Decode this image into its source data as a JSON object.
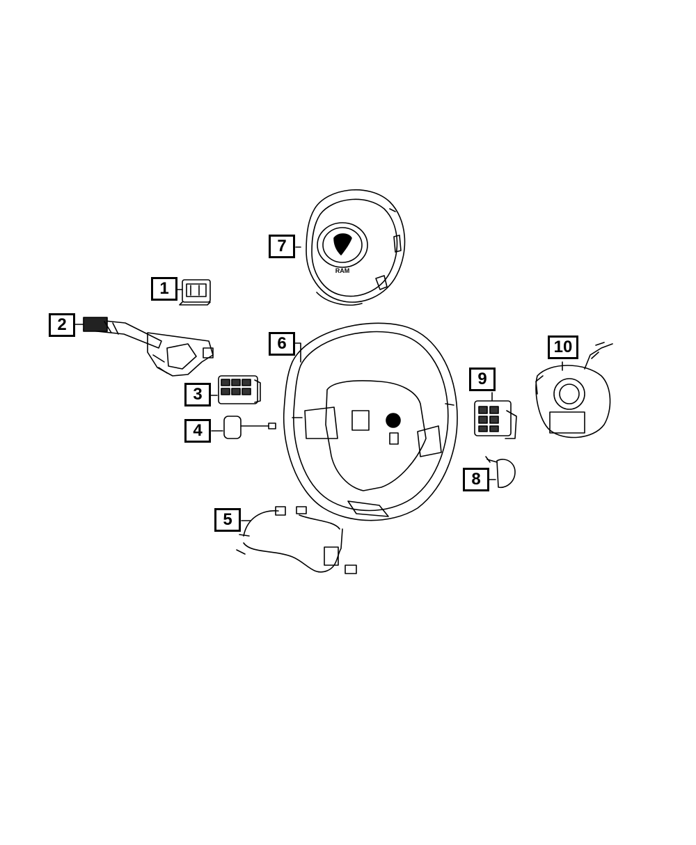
{
  "diagram": {
    "callouts": [
      {
        "id": "1",
        "label": "1",
        "part": "switch-button"
      },
      {
        "id": "2",
        "label": "2",
        "part": "multifunction-stalk-switch"
      },
      {
        "id": "3",
        "label": "3",
        "part": "steering-wheel-control-switch-left"
      },
      {
        "id": "4",
        "label": "4",
        "part": "paddle-switch-with-lead"
      },
      {
        "id": "5",
        "label": "5",
        "part": "wiring-harness"
      },
      {
        "id": "6",
        "label": "6",
        "part": "steering-wheel"
      },
      {
        "id": "7",
        "label": "7",
        "part": "driver-airbag-module"
      },
      {
        "id": "8",
        "label": "8",
        "part": "paddle-switch-right"
      },
      {
        "id": "9",
        "label": "9",
        "part": "steering-wheel-control-switch-right"
      },
      {
        "id": "10",
        "label": "10",
        "part": "clockspring"
      }
    ],
    "airbag_emblem_text": "RAM",
    "line_color": "#000000",
    "background": "#ffffff"
  }
}
